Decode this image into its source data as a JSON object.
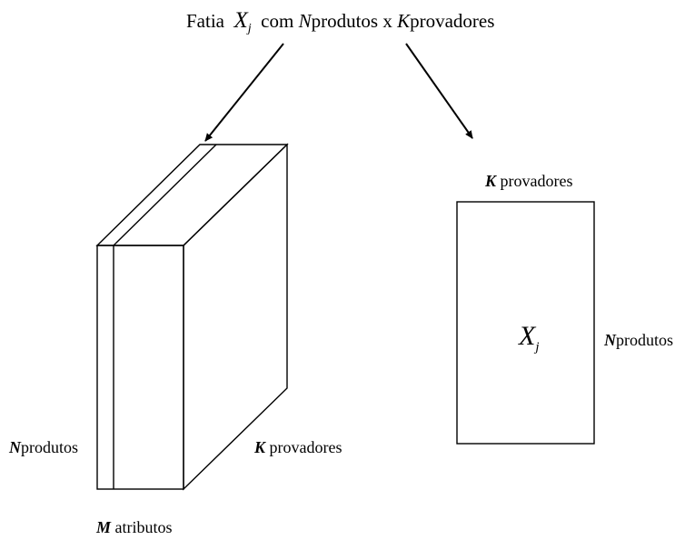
{
  "title": {
    "prefix": "Fatia",
    "symbol": "X",
    "subscript": "j",
    "mid": "com",
    "var_n": "N",
    "n_text": "produtos",
    "times": "x",
    "var_k": "K",
    "k_text": "provadores"
  },
  "cube": {
    "n_var": "N",
    "n_text": "produtos",
    "k_var": "K",
    "k_text": "provadores",
    "m_var": "M",
    "m_text": "atributos"
  },
  "slice": {
    "k_var": "K",
    "k_text": "provadores",
    "n_var": "N",
    "n_text": "produtos",
    "symbol": "X",
    "subscript": "j"
  }
}
